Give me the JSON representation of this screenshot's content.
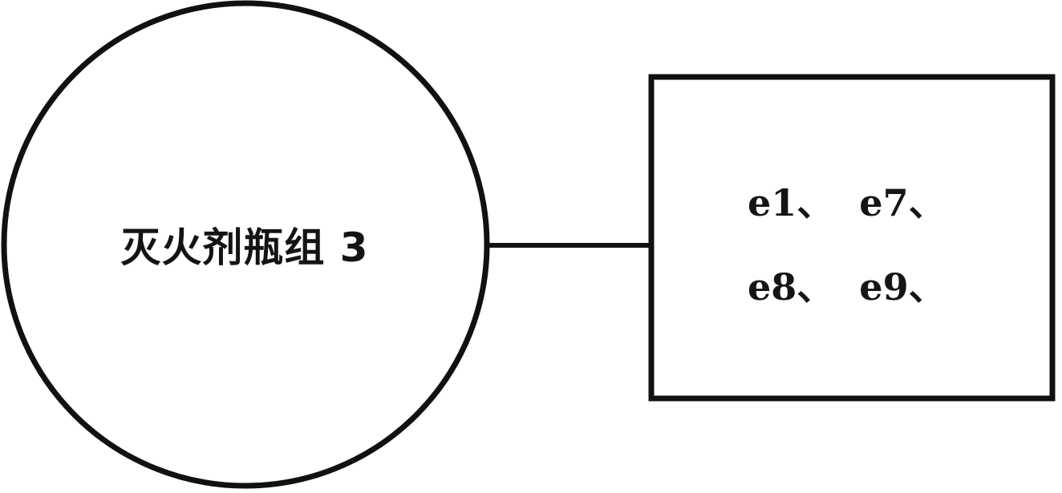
{
  "diagram": {
    "circle": {
      "label": "灭火剂瓶组 3"
    },
    "box": {
      "line1": "e1、  e7、",
      "line2": "e8、  e9、"
    }
  },
  "colors": {
    "stroke": "#111111",
    "text": "#151515",
    "background": "#ffffff"
  }
}
